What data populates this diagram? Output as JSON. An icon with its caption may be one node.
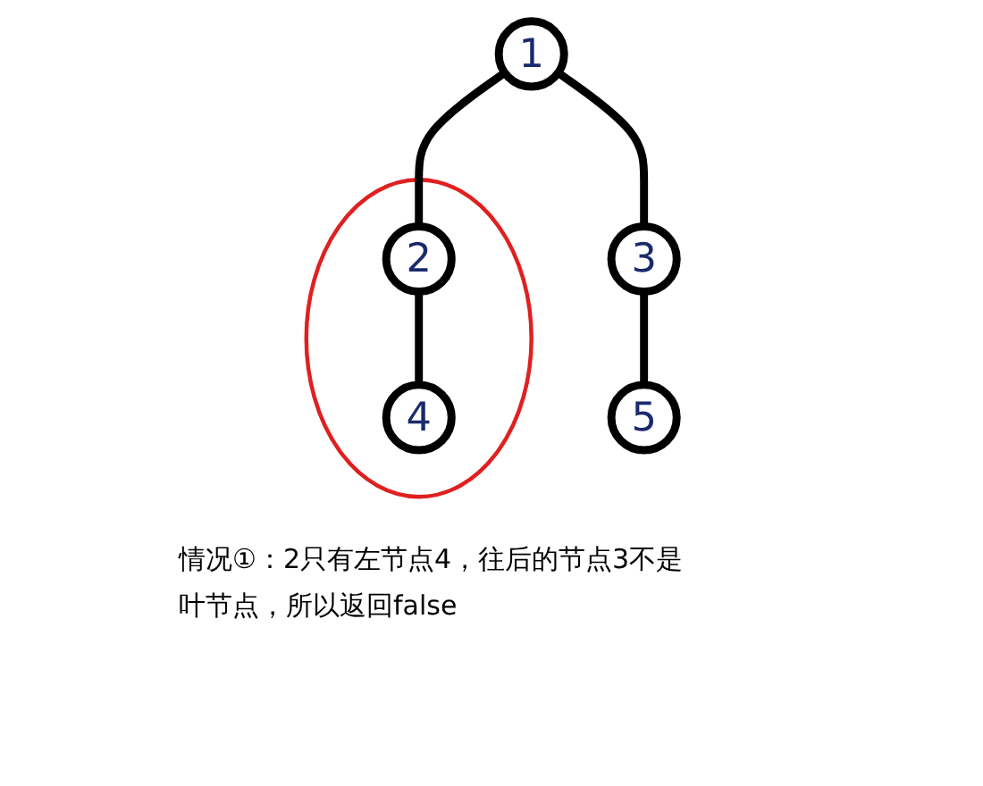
{
  "diagram": {
    "caption": "情况①：2只有左节点4，往后的节点3不是叶节点，所以返回false",
    "nodes": [
      {
        "text": [
          "1"
        ]
      },
      {
        "text": [],
        "shape": "circle"
      },
      {
        "text": [
          "2"
        ],
        "in": 1
      },
      {
        "text": [
          "3"
        ]
      },
      {
        "text": [
          "4"
        ],
        "in": 1
      },
      {
        "text": [
          "5"
        ]
      }
    ],
    "edges": [
      {
        "from": 0,
        "to": 2,
        "arrow": "none"
      },
      {
        "from": 0,
        "to": 3,
        "arrow": "none"
      },
      {
        "from": 2,
        "to": 4,
        "arrow": "none"
      },
      {
        "from": 3,
        "to": 5,
        "arrow": "none"
      }
    ]
  }
}
